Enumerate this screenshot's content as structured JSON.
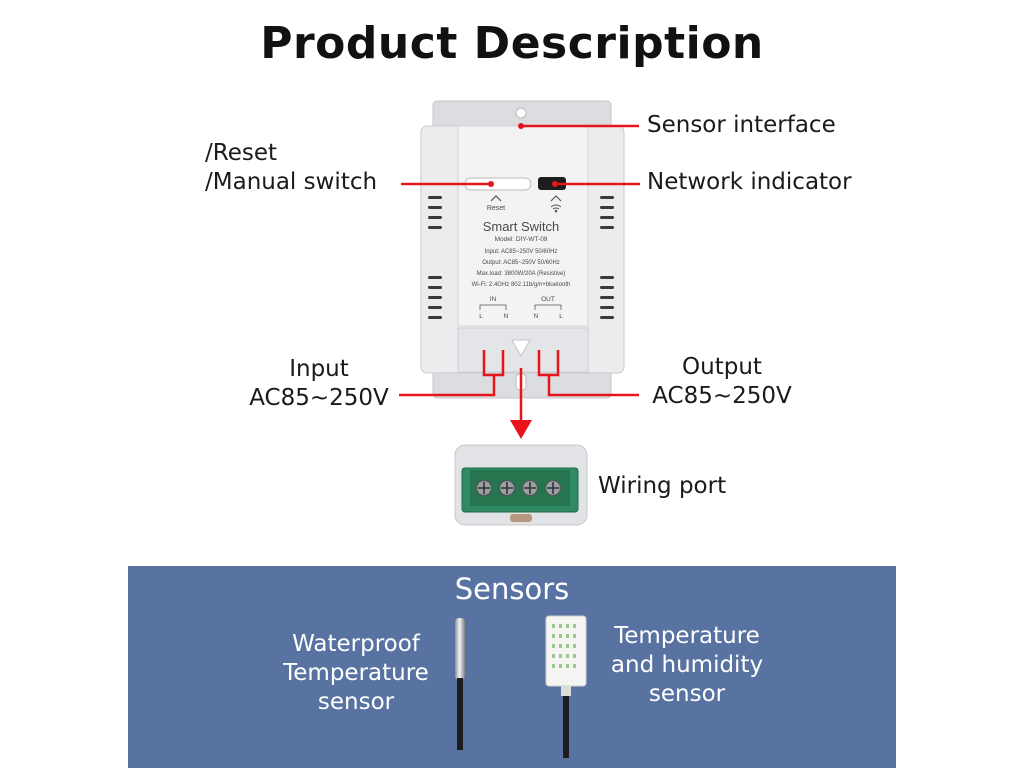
{
  "title": "Product Description",
  "device": {
    "name": "Smart Switch",
    "model": "Model: DIY-WT-09",
    "input": "Input: AC85~250V 50/60Hz",
    "output": "Output: AC85~250V 50/60Hz",
    "max_load": "Max.load: 3800W/20A (Resistive)",
    "wifi": "Wi-Fi: 2.4GHz 802.11b/g/n+bluetooth",
    "reset_label": "Reset",
    "in_label": "IN",
    "out_label": "OUT",
    "in_l": "L",
    "in_n": "N",
    "out_n": "N",
    "out_l": "L"
  },
  "callouts": {
    "sensor_interface": "Sensor interface",
    "network_indicator": "Network indicator",
    "reset_line1": "/Reset",
    "reset_line2": "/Manual switch",
    "input_line1": "Input",
    "input_line2": "AC85~250V",
    "output_line1": "Output",
    "output_line2": "AC85~250V",
    "wiring_port": "Wiring port"
  },
  "sensors": {
    "title": "Sensors",
    "waterproof_line1": "Waterproof",
    "waterproof_line2": "Temperature",
    "waterproof_line3": "sensor",
    "humidity_line1": "Temperature",
    "humidity_line2": "and humidity",
    "humidity_line3": "sensor"
  },
  "colors": {
    "callout_line": "#e8141b",
    "panel": "#5873a2",
    "device_body": "#e9eaec"
  }
}
